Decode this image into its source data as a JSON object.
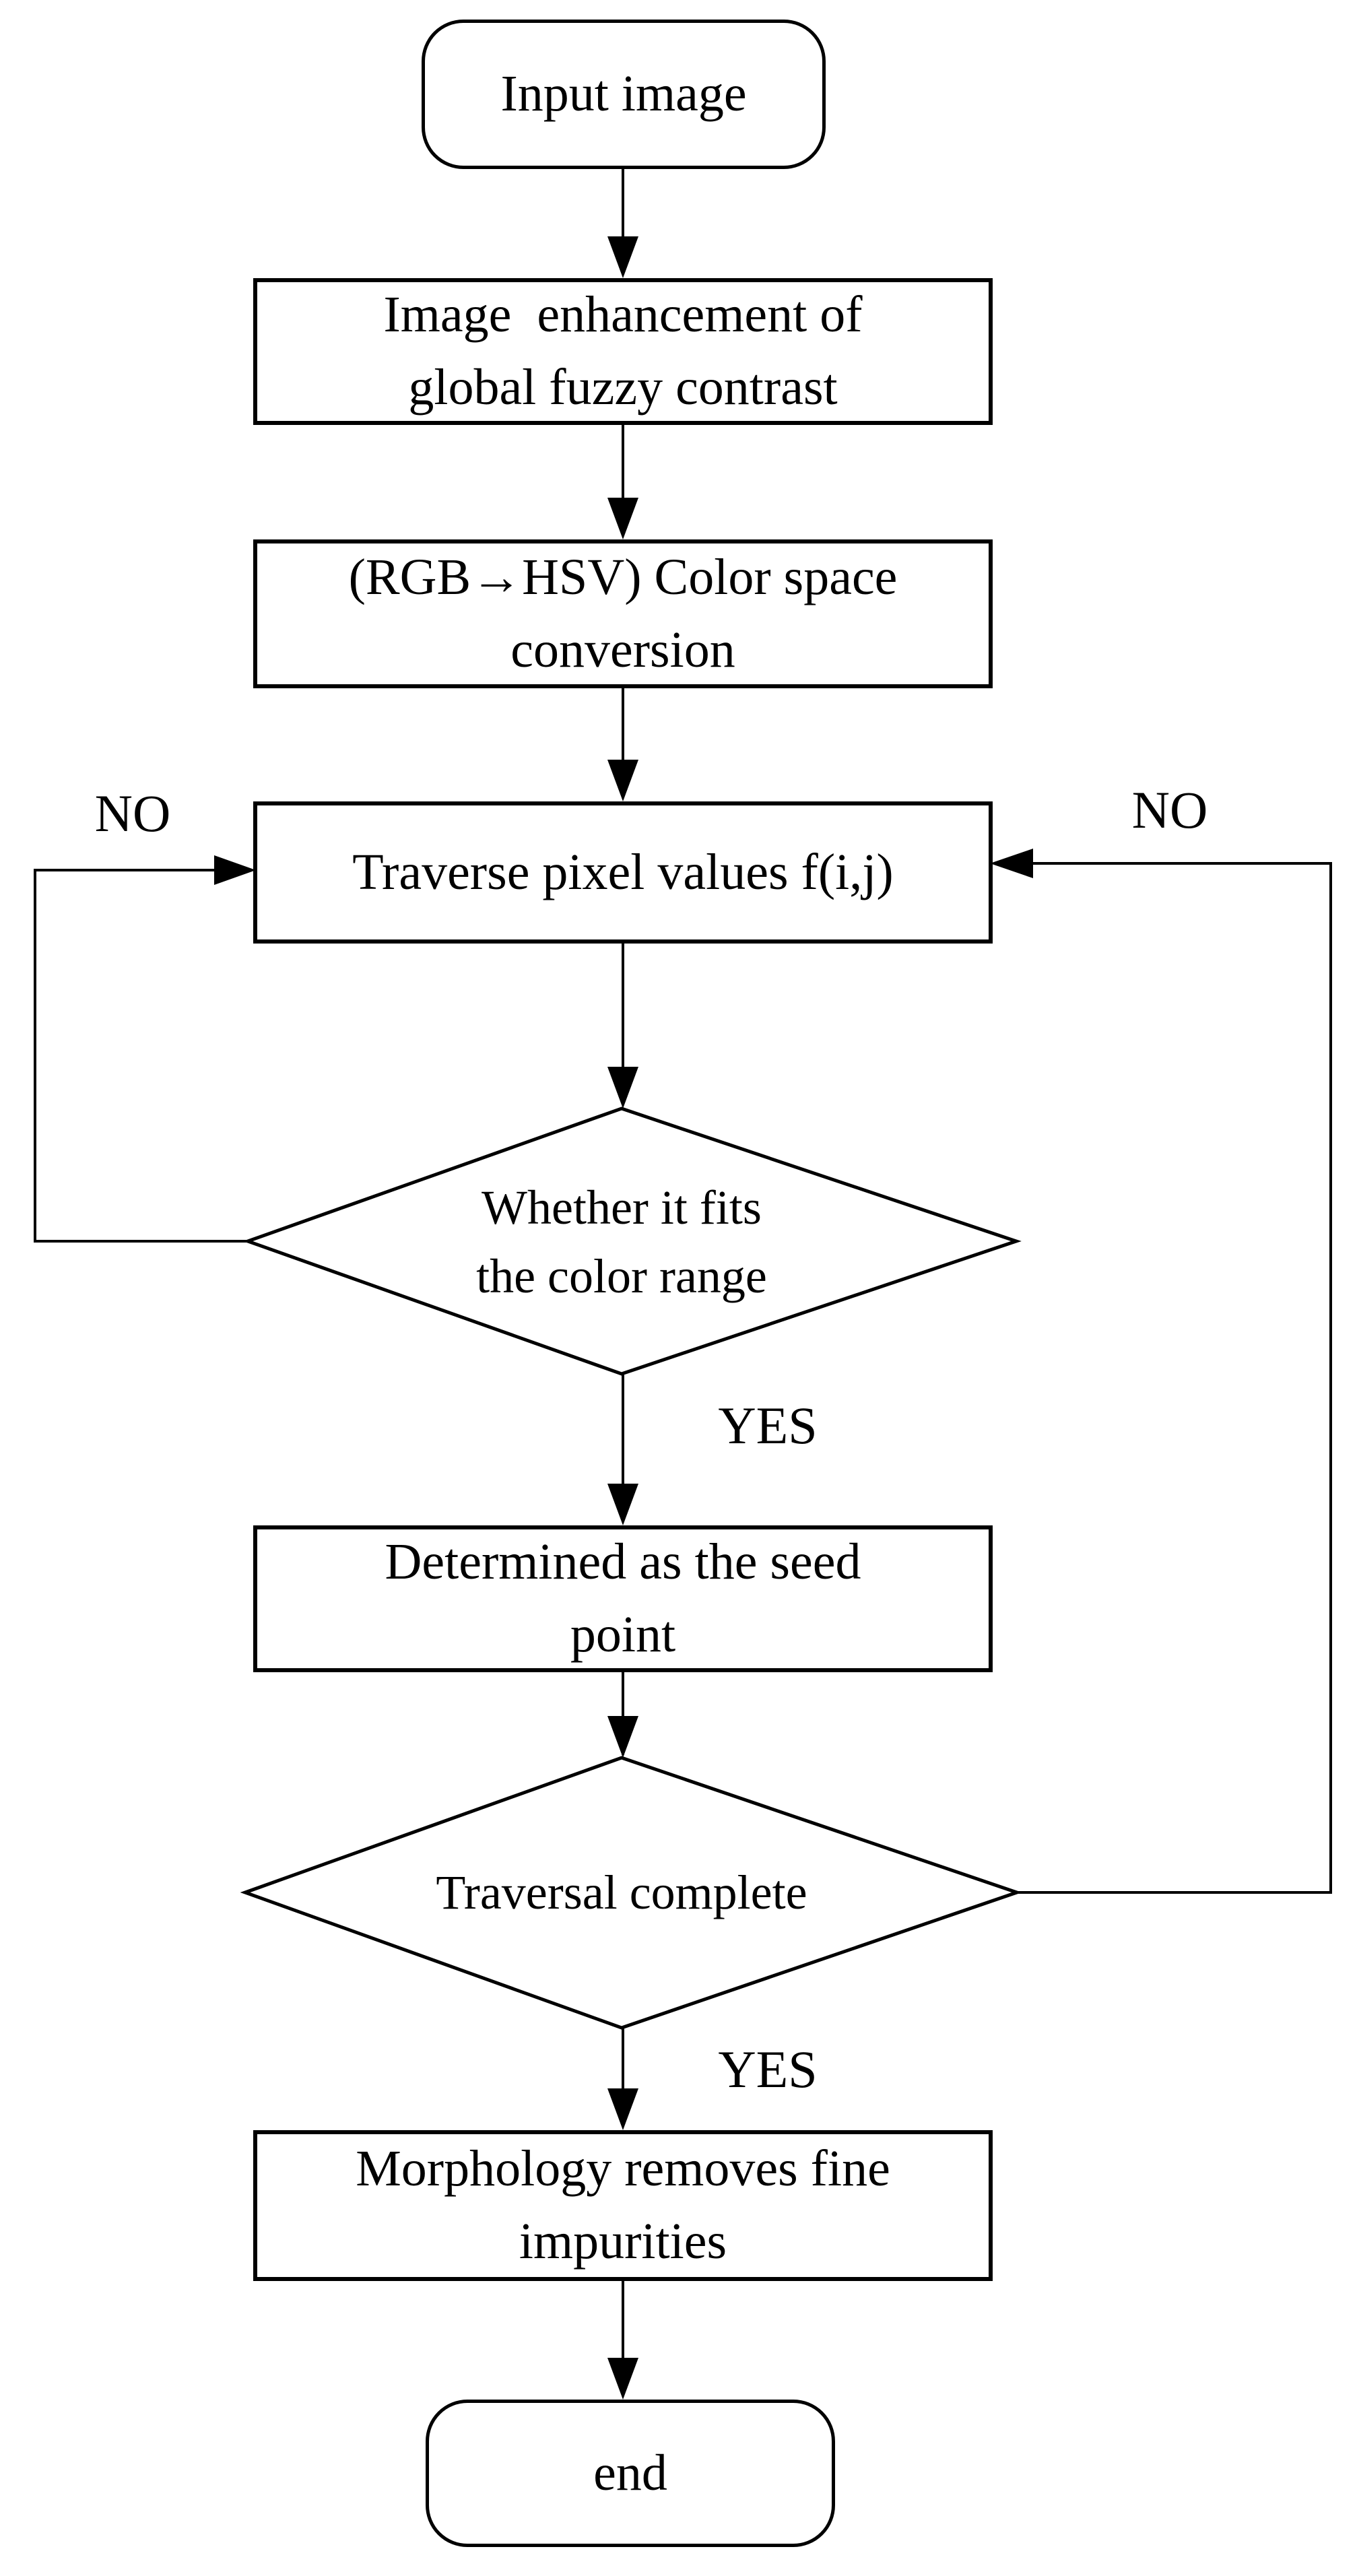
{
  "diagram": {
    "colors": {
      "stroke": "#000000",
      "background": "#ffffff"
    },
    "nodes": [
      {
        "id": "start",
        "type": "terminator",
        "label": "Input image"
      },
      {
        "id": "enhance",
        "type": "process",
        "label": "Image  enhancement of\nglobal fuzzy contrast"
      },
      {
        "id": "convert",
        "type": "process",
        "label": "(RGB→HSV) Color space\nconversion"
      },
      {
        "id": "traverse",
        "type": "process",
        "label": "Traverse pixel values f(i,j)"
      },
      {
        "id": "fits",
        "type": "decision",
        "label": "Whether it fits\nthe color range"
      },
      {
        "id": "seed",
        "type": "process",
        "label": "Determined as the seed\npoint"
      },
      {
        "id": "complete",
        "type": "decision",
        "label": "Traversal complete"
      },
      {
        "id": "morphology",
        "type": "process",
        "label": "Morphology removes fine\nimpurities"
      },
      {
        "id": "end",
        "type": "terminator",
        "label": "end"
      }
    ],
    "edge_labels": {
      "yes_fits": "YES",
      "yes_complete": "YES",
      "no_fits": "NO",
      "no_complete": "NO"
    }
  }
}
